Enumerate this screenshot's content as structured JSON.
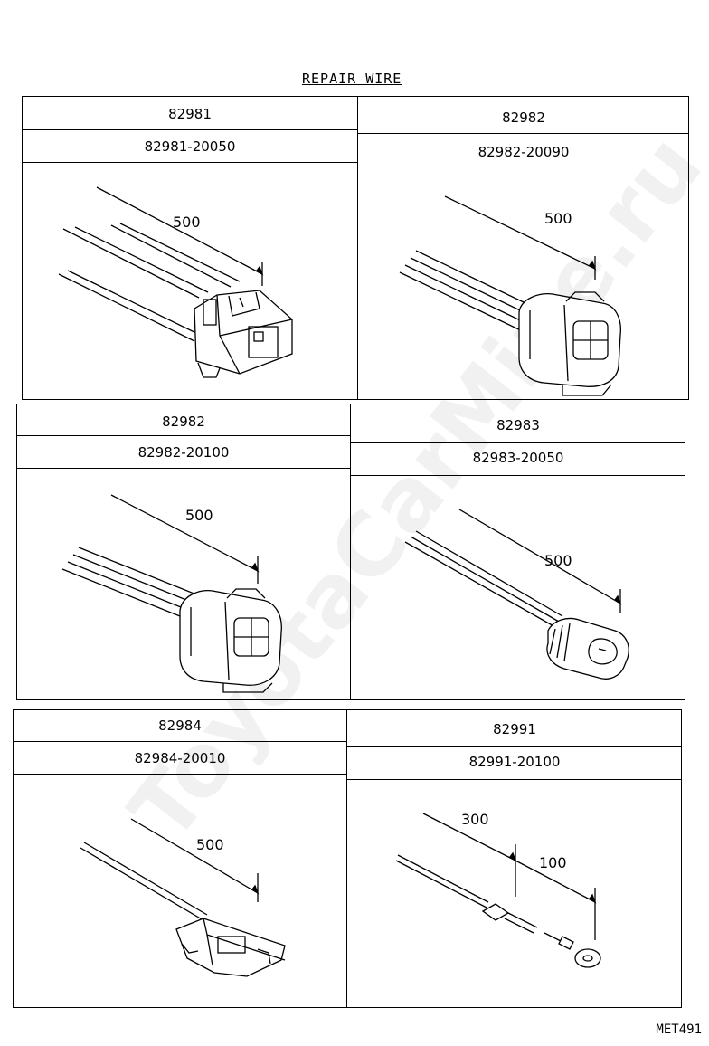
{
  "title": "REPAIR WIRE",
  "footer_code": "MET491",
  "watermark": "ToyotaCarMine.ru",
  "rows": [
    {
      "cells": [
        {
          "part_code": "82981",
          "part_number": "82981-20050",
          "dims": [
            "500"
          ],
          "icon": "repair-wire-connector-4pin-flat"
        },
        {
          "part_code": "82982",
          "part_number": "82982-20090",
          "dims": [
            "500"
          ],
          "icon": "repair-wire-connector-4pin-sealed"
        }
      ]
    },
    {
      "cells": [
        {
          "part_code": "82982",
          "part_number": "82982-20100",
          "dims": [
            "500"
          ],
          "icon": "repair-wire-connector-4pin-sealed"
        },
        {
          "part_code": "82983",
          "part_number": "82983-20050",
          "dims": [
            "500"
          ],
          "icon": "repair-wire-connector-3pin"
        }
      ]
    },
    {
      "cells": [
        {
          "part_code": "82984",
          "part_number": "82984-20010",
          "dims": [
            "500"
          ],
          "icon": "repair-wire-connector-1pin"
        },
        {
          "part_code": "82991",
          "part_number": "82991-20100",
          "dims": [
            "300",
            "100"
          ],
          "icon": "repair-wire-ring-terminal"
        }
      ]
    }
  ]
}
